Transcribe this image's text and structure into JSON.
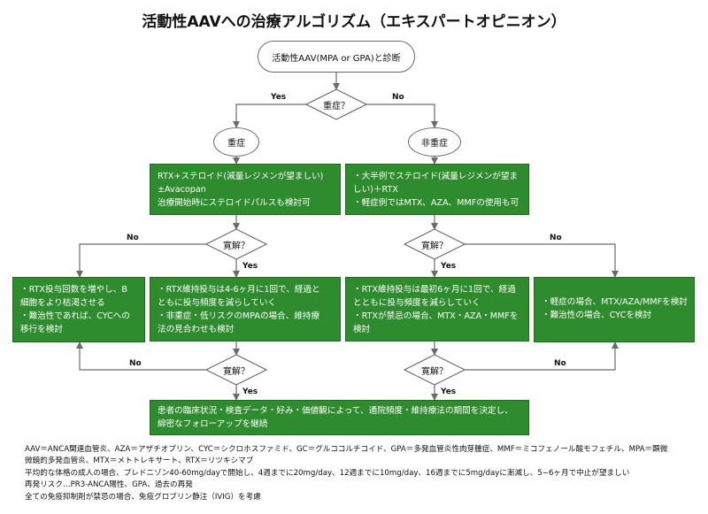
{
  "title": "活動性AAVへの治療アルゴリズム（エキスパートオピニオン）",
  "nodes": {
    "start": "活動性AAV(MPA or GPA)と診断",
    "severity_q": "重症？",
    "severe": "重症",
    "non_severe": "非重症",
    "remission_q": "寛解？",
    "box_severe_tx": [
      "RTX+ステロイド(減量レジメンが望ましい)",
      "±Avacopan",
      "治療開始時にステロイドパルスも検討可"
    ],
    "box_nonsevere_tx": [
      "・大半例でステロイド(減量レジメンが望ま",
      "しい)＋RTX",
      "・軽症例ではMTX、AZA、MMFの使用も可"
    ],
    "box_severe_no": [
      "・RTX投与回数を増やし、B",
      "細胞をより枯渇させる",
      "・難治性であれば、CYCへの",
      "移行を検討"
    ],
    "box_severe_yes": [
      "・RTX維持投与は4-6ヶ月に1回で、経過と",
      "ともに投与頻度を減らしていく",
      "・非重症・低リスクのMPAの場合、維持療",
      "法の見合わせも検討"
    ],
    "box_nonsevere_yes": [
      "・RTX維持投与は最初6ヶ月に1回で、経過",
      "とともに投与頻度を減らしていく",
      "・RTXが禁忌の場合、MTX・AZA・MMFを",
      "検討"
    ],
    "box_nonsevere_no": [
      "・軽症の場合、MTX/AZA/MMFを検討",
      "・難治性の場合、CYCを検討"
    ],
    "box_final": [
      "患者の臨床状況・検査データ・好み・価値観によって、通院頻度・維持療法の期間を決定し、",
      "綿密なフォローアップを継続"
    ]
  },
  "labels": {
    "yes": "Yes",
    "no": "No"
  },
  "footnotes": [
    "AAV＝ANCA関連血管炎、AZA＝アザチオプリン、CYC＝シクロホスファミド、GC＝グルココルチコイド、GPA＝多発血管炎性肉芽腫症、MMF＝ミコフェノール酸モフェチル、MPA＝顕微",
    "微鏡的多発血管炎、MTX＝メトトレキサート、RTX＝リツキシマブ",
    "平均的な体格の成人の場合、プレドニゾン40-60mg/dayで開始し、4週までに20mg/day、12週までに10mg/day、16週までに5mg/dayに漸減し、5−6ヶ月で中止が望ましい",
    "再発リスク…PR3-ANCA陽性、GPA、過去の再発",
    "全ての免疫抑制剤が禁忌の場合、免疫グロブリン静注（IVIG）を考慮"
  ],
  "colors": {
    "box_fill": "#2e8b2e",
    "box_border": "#1e6b1e",
    "line": "#6b6b6b"
  }
}
